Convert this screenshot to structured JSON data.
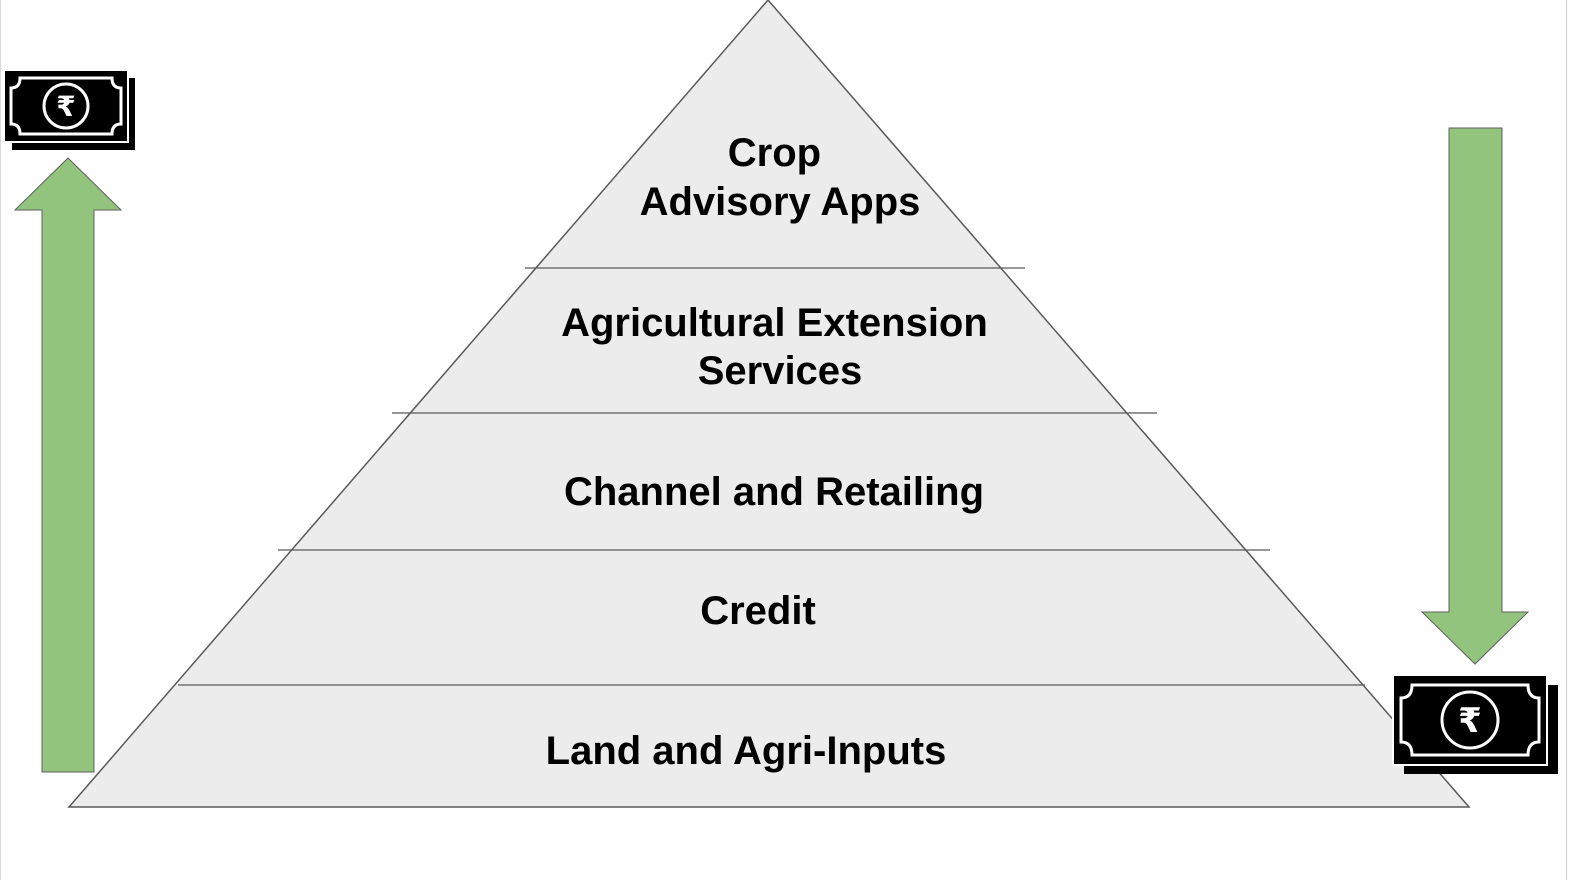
{
  "pyramid": {
    "layers": [
      {
        "lines": [
          "Crop",
          "Advisory Apps"
        ]
      },
      {
        "lines": [
          "Agricultural Extension",
          "Services"
        ]
      },
      {
        "lines": [
          "Channel and Retailing"
        ]
      },
      {
        "lines": [
          "Credit"
        ]
      },
      {
        "lines": [
          "Land and Agri-Inputs"
        ]
      }
    ]
  },
  "currency_symbol": "₹",
  "icons": {
    "top_left": "rupee-banknote-icon",
    "bottom_right": "rupee-banknote-icon",
    "left_arrow": "up-arrow-icon",
    "right_arrow": "down-arrow-icon"
  },
  "colors": {
    "pyramid_fill": "#ececec",
    "pyramid_stroke": "#595959",
    "arrow_fill": "#93c47d",
    "arrow_stroke": "#5f5f5f",
    "note_fill": "#000000",
    "note_ink": "#ffffff"
  }
}
